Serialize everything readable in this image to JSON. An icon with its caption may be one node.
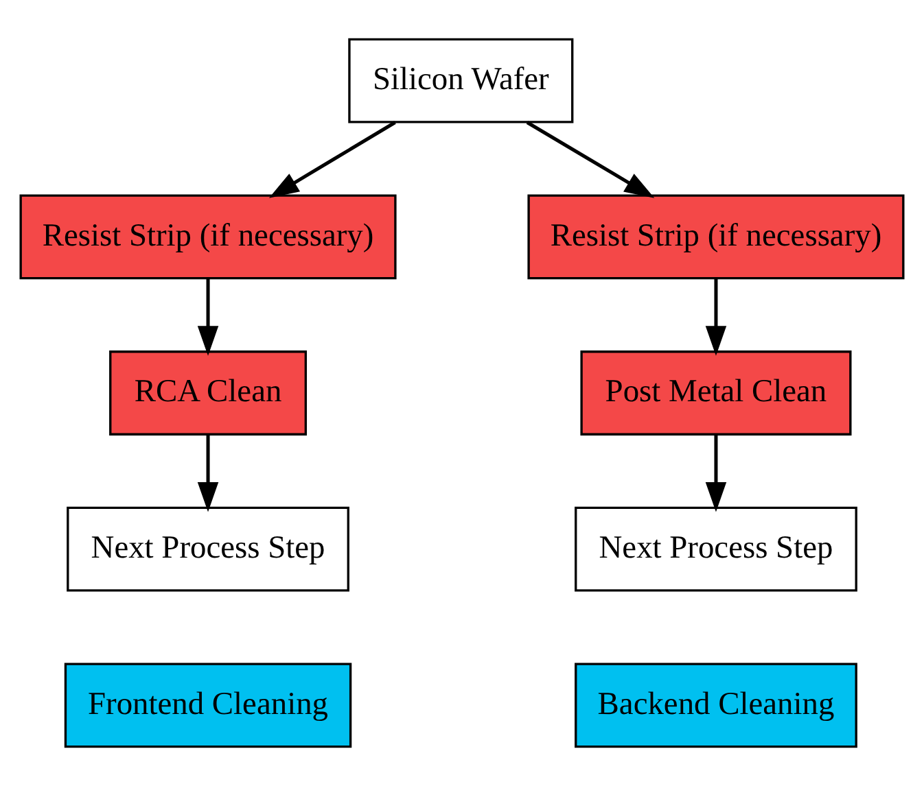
{
  "diagram": {
    "nodes": [
      {
        "text": [
          "Silicon Wafer"
        ]
      },
      {
        "text": [
          "Resist Strip (if necessary)"
        ]
      },
      {
        "text": [
          "RCA Clean"
        ]
      },
      {
        "text": [
          "Next Process Step"
        ]
      },
      {
        "text": [
          "Resist Strip (if necessary)"
        ]
      },
      {
        "text": [
          "Post Metal Clean"
        ]
      },
      {
        "text": [
          "Next Process Step"
        ]
      },
      {
        "text": [
          "Frontend Cleaning"
        ]
      },
      {
        "text": [
          "Backend Cleaning"
        ]
      }
    ],
    "edges": [
      {
        "from": 0,
        "to": 1,
        "arrow": "to"
      },
      {
        "from": 1,
        "to": 2,
        "arrow": "to"
      },
      {
        "from": 2,
        "to": 3,
        "arrow": "to"
      },
      {
        "from": 0,
        "to": 4,
        "arrow": "to"
      },
      {
        "from": 4,
        "to": 5,
        "arrow": "to"
      },
      {
        "from": 5,
        "to": 6,
        "arrow": "to"
      }
    ]
  }
}
